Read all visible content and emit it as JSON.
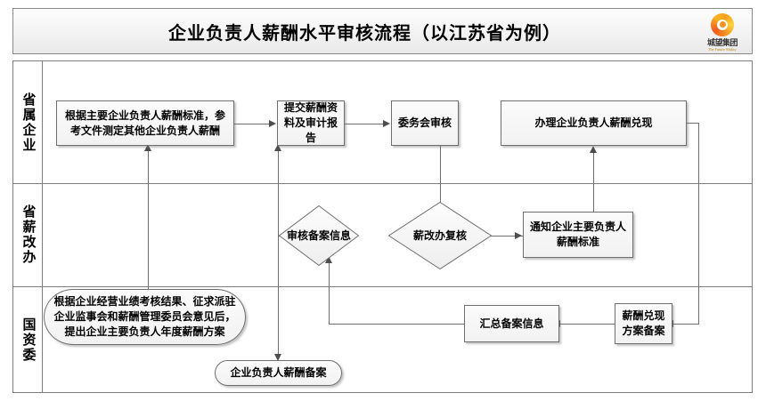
{
  "header": {
    "title": "企业负责人薪酬水平审核流程（以江苏省为例）",
    "logo": {
      "name_cn": "城望集团",
      "tagline_en": "The Future Ability"
    }
  },
  "lanes": [
    {
      "id": "lane-provincial-enterprise",
      "label": "省属企业"
    },
    {
      "id": "lane-salary-reform-office",
      "label": "省薪改办"
    },
    {
      "id": "lane-sasac",
      "label": "国资委"
    }
  ],
  "nodes": {
    "measure_other_exec_pay": {
      "label": "根据主要企业负责人薪酬标准，参考文件测定其他企业负责人薪酬",
      "shape": "rect",
      "lane": "省属企业"
    },
    "submit_pay_materials": {
      "label": "提交薪酬资料及审计报告",
      "shape": "rect",
      "lane": "省属企业"
    },
    "committee_review": {
      "label": "委务会审核",
      "shape": "rect",
      "lane": "省属企业"
    },
    "execute_pay_settlement": {
      "label": "办理企业负责人薪酬兑现",
      "shape": "rect",
      "lane": "省属企业"
    },
    "review_filing_info": {
      "label": "审核备案信息",
      "shape": "diamond",
      "lane": "省薪改办"
    },
    "salary_office_recheck": {
      "label": "薪改办复核",
      "shape": "diamond",
      "lane": "省薪改办"
    },
    "notify_pay_standard": {
      "label": "通知企业主要负责人薪酬标准",
      "shape": "rect",
      "lane": "省薪改办"
    },
    "annual_pay_plan": {
      "label": "根据企业经营业绩考核结果、征求派驻企业监事会和薪酬管理委员会意见后，提出企业主要负责人年度薪酬方案",
      "shape": "oval",
      "lane": "国资委"
    },
    "aggregate_filing_info": {
      "label": "汇总备案信息",
      "shape": "rect",
      "lane": "国资委"
    },
    "settlement_plan_filing": {
      "label": "薪酬兑现方案备案",
      "shape": "rect",
      "lane": "国资委"
    },
    "exec_pay_filing": {
      "label": "企业负责人薪酬备案",
      "shape": "stadium",
      "lane": "国资委"
    }
  },
  "colors": {
    "frame_border": "#7d7d7d",
    "node_border": "#6f6f6f",
    "node_fill": "#f4f4f4",
    "connector": "#6e6e6e",
    "arrow": "#4d4d4d",
    "logo_orange": "#f4911e",
    "text": "#000000"
  }
}
